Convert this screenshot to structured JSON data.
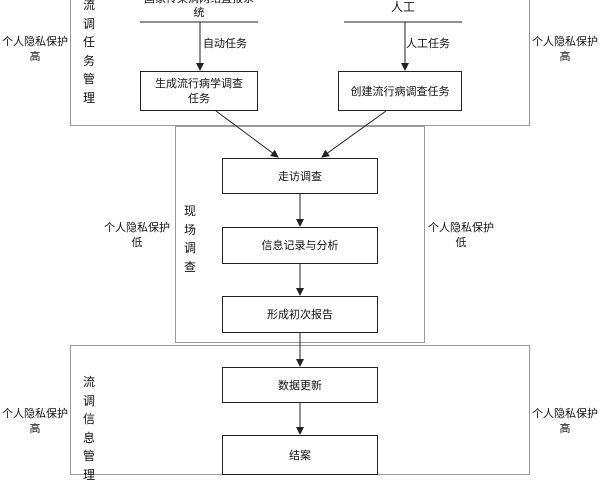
{
  "sections": {
    "task": {
      "label": "流调任务管理"
    },
    "field": {
      "label": "现场调查"
    },
    "info": {
      "label": "流调信息管理"
    }
  },
  "sources": {
    "system": "国家传染病网络直报系统",
    "manual": "人工"
  },
  "edge_labels": {
    "auto": "自动任务",
    "manual": "人工任务"
  },
  "boxes": {
    "generate_task": "生成流行病学调查任务",
    "create_task": "创建流行病调查任务",
    "visit": "走访调查",
    "record": "信息记录与分析",
    "report": "形成初次报告",
    "update": "数据更新",
    "close": "结案"
  },
  "privacy": {
    "task_left": "个人隐私保护高",
    "task_right": "个人隐私保护高",
    "field_left": "个人隐私保护低",
    "field_right": "个人隐私保护低",
    "info_left": "个人隐私保护高",
    "info_right": "个人隐私保护高"
  }
}
